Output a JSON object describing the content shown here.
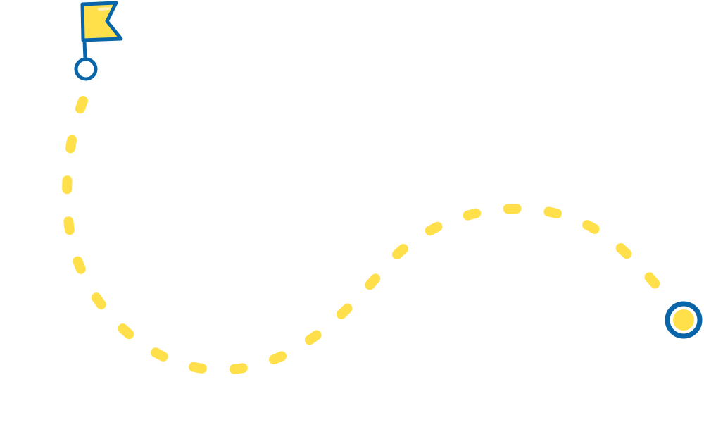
{
  "colors": {
    "background": "#ffffff",
    "path": "#FFE04A",
    "outline": "#0A64A8",
    "fill": "#FFE04A"
  },
  "elements": {
    "start_flag": "flag-icon",
    "start_marker": "start-circle",
    "route": "dashed-route",
    "end_marker": "end-point"
  }
}
